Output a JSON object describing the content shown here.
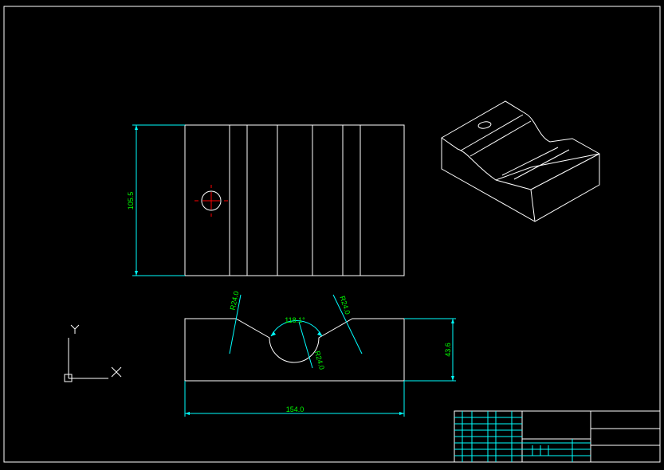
{
  "colors": {
    "background": "#000000",
    "outline": "#ffffff",
    "dimension": "#00ffff",
    "dimension_text": "#00ff00",
    "center_mark": "#ff0000"
  },
  "dimensions": {
    "height_left": "105.5",
    "height_right": "43.6",
    "width_bottom": "154.0",
    "radius_left": "R24.0",
    "radius_right": "R24.0",
    "radius_bottom": "R24.0",
    "angle": "118.1°"
  },
  "ucs": {
    "x_label": "X",
    "y_label": "Y"
  }
}
